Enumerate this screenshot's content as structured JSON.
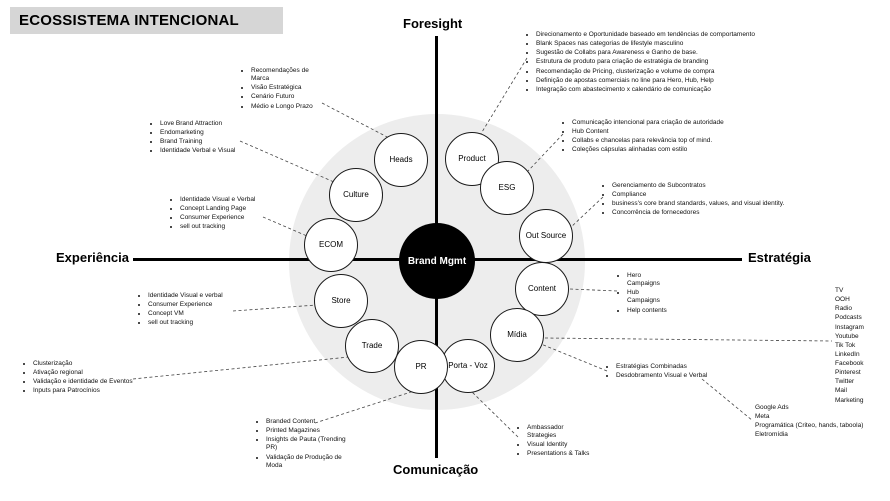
{
  "title": "ECOSSISTEMA INTENCIONAL",
  "axes": {
    "top": "Foresight",
    "right": "Estratégia",
    "bottom": "Comunicação",
    "left": "Experiência"
  },
  "center_label": "Brand Mgmt",
  "nodes": {
    "heads": "Heads",
    "product": "Product",
    "esg": "ESG",
    "out_source": "Out Source",
    "content": "Content",
    "midia": "Mídia",
    "porta_voz": "Porta - Voz",
    "pr": "PR",
    "trade": "Trade",
    "store": "Store",
    "ecom": "ECOM",
    "culture": "Culture"
  },
  "annotations": {
    "heads": [
      "Recomendações de Marca",
      "Visão Estratégica",
      "Cenário Futuro",
      "Médio e Longo Prazo"
    ],
    "culture": [
      "Love Brand Attraction",
      "Endomarketing",
      "Brand Training",
      "Identidade Verbal e Visual"
    ],
    "ecom": [
      "Identidade Visual e Verbal",
      "Concept Landing Page",
      "Consumer Experience",
      "sell out tracking"
    ],
    "store": [
      "Identidade Visual e verbal",
      "Consumer Experience",
      "Concept VM",
      "sell out tracking"
    ],
    "trade": [
      "Clusterização",
      "Ativação regional",
      "Validação e identidade de Eventos",
      "Inputs para Patrocínios"
    ],
    "pr": [
      "Branded Content",
      "Printed Magazines",
      "Insights de Pauta (Trending PR)",
      "Validação de Produção de Moda"
    ],
    "porta_voz": [
      "Ambassador Strategies",
      "Visual Identity",
      "Presentations & Talks"
    ],
    "product": [
      "Direcionamento e Oportunidade baseado em tendências de comportamento",
      "Blank Spaces nas categorias de lifestyle masculino",
      "Sugestão de Collabs para Awareness e Ganho de base.",
      "Estrutura de produto para criação de estratégia de branding",
      "Recomendação de Pricing, clusterização e volume de compra",
      "Definição de apostas comerciais no line para Hero, Hub, Help",
      "Integração com abastecimento x calendário de comunicação"
    ],
    "esg": [
      "Comunicação intencional para criação de autoridade",
      "Hub Content",
      "Collabs e chancelas para relevância top of mind.",
      "Coleções cápsulas alinhadas com estilo"
    ],
    "out_source": [
      "Gerenciamento de Subcontratos",
      "Compliance",
      "business's core brand standards, values, and visual identity.",
      "Concorrência de fornecedores"
    ],
    "content": [
      "Hero Campaigns",
      "Hub Campaigns",
      "Help contents"
    ],
    "midia": [
      "Estratégias Combinadas",
      "Desdobramento Visual e Verbal"
    ],
    "media_channels": [
      "TV",
      "OOH",
      "Radio",
      "Podcasts",
      "Instagram",
      "Youtube",
      "Tik Tok",
      "LinkedIn",
      "Facebook",
      "Pinterest",
      "Twitter",
      "Mail",
      "Marketing"
    ],
    "paid_media": [
      "Google Ads",
      "Meta",
      "Programática (Criteo, hands, taboola)",
      "Eletromídia"
    ]
  },
  "colors": {
    "background": "#ffffff",
    "title_box": "#d6d6d6",
    "hub_fill": "#000000",
    "ring_fill": "#ededed",
    "node_fill": "#ffffff",
    "line": "#000000"
  }
}
